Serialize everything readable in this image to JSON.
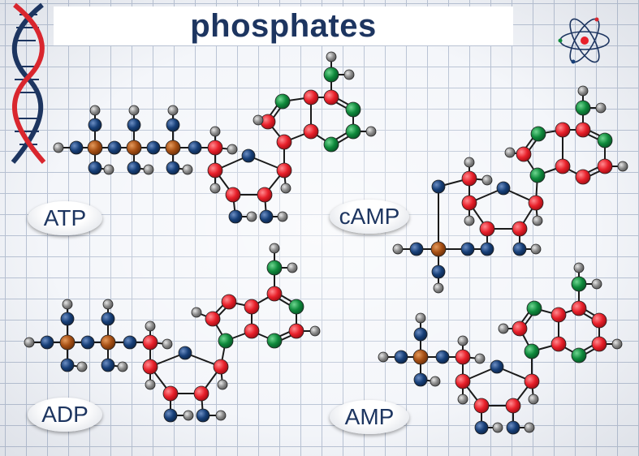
{
  "title": "phosphates",
  "labels": {
    "atp": "ATP",
    "camp": "cAMP",
    "adp": "ADP",
    "amp": "AMP"
  },
  "colors": {
    "oxygen": "#e8202a",
    "nitrogen": "#0f8a3c",
    "phosphorus": "#a64f14",
    "hydroxyl_oxygen": "#173f78",
    "hydrogen": "#8c8c8c",
    "title": "#1d3560"
  },
  "icons": [
    "dna-helix-icon",
    "atom-icon"
  ]
}
